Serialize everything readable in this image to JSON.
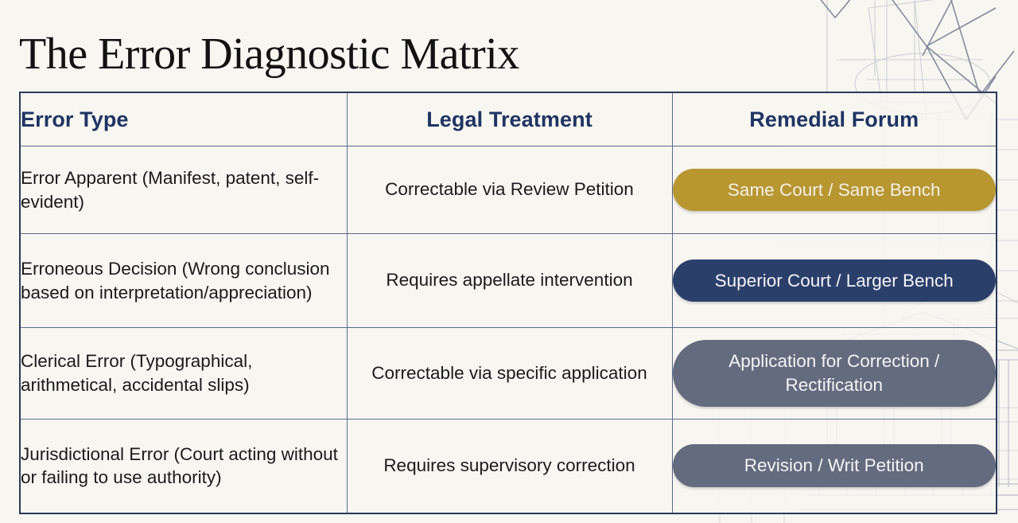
{
  "slide": {
    "title": "The Error Diagnostic Matrix",
    "background": "#f7f6f0",
    "accent_navy": "#2b3a5c",
    "header_text_color": "#1f3464"
  },
  "table": {
    "headers": {
      "error_type": "Error Type",
      "legal_treatment": "Legal Treatment",
      "remedial_forum": "Remedial Forum"
    },
    "rows": [
      {
        "error_type": "Error Apparent (Manifest, patent, self-evident)",
        "legal_treatment": "Correctable via Review Petition",
        "remedial_forum": "Same Court / Same Bench",
        "forum_color": "#b89630",
        "forum_style": "gold"
      },
      {
        "error_type": "Erroneous Decision (Wrong conclusion based on interpretation/appreciation)",
        "legal_treatment": "Requires appellate intervention",
        "remedial_forum": "Superior Court / Larger Bench",
        "forum_color": "#2b3f6b",
        "forum_style": "navy"
      },
      {
        "error_type": "Clerical Error (Typographical, arithmetical, accidental slips)",
        "legal_treatment": "Correctable via specific application",
        "remedial_forum": "Application for Correction / Rectification",
        "forum_color": "#646b7e",
        "forum_style": "slate"
      },
      {
        "error_type": "Jurisdictional Error (Court acting without or failing to use authority)",
        "legal_treatment": "Requires supervisory correction",
        "remedial_forum": "Revision / Writ Petition",
        "forum_color": "#646b7e",
        "forum_style": "slate"
      }
    ]
  }
}
